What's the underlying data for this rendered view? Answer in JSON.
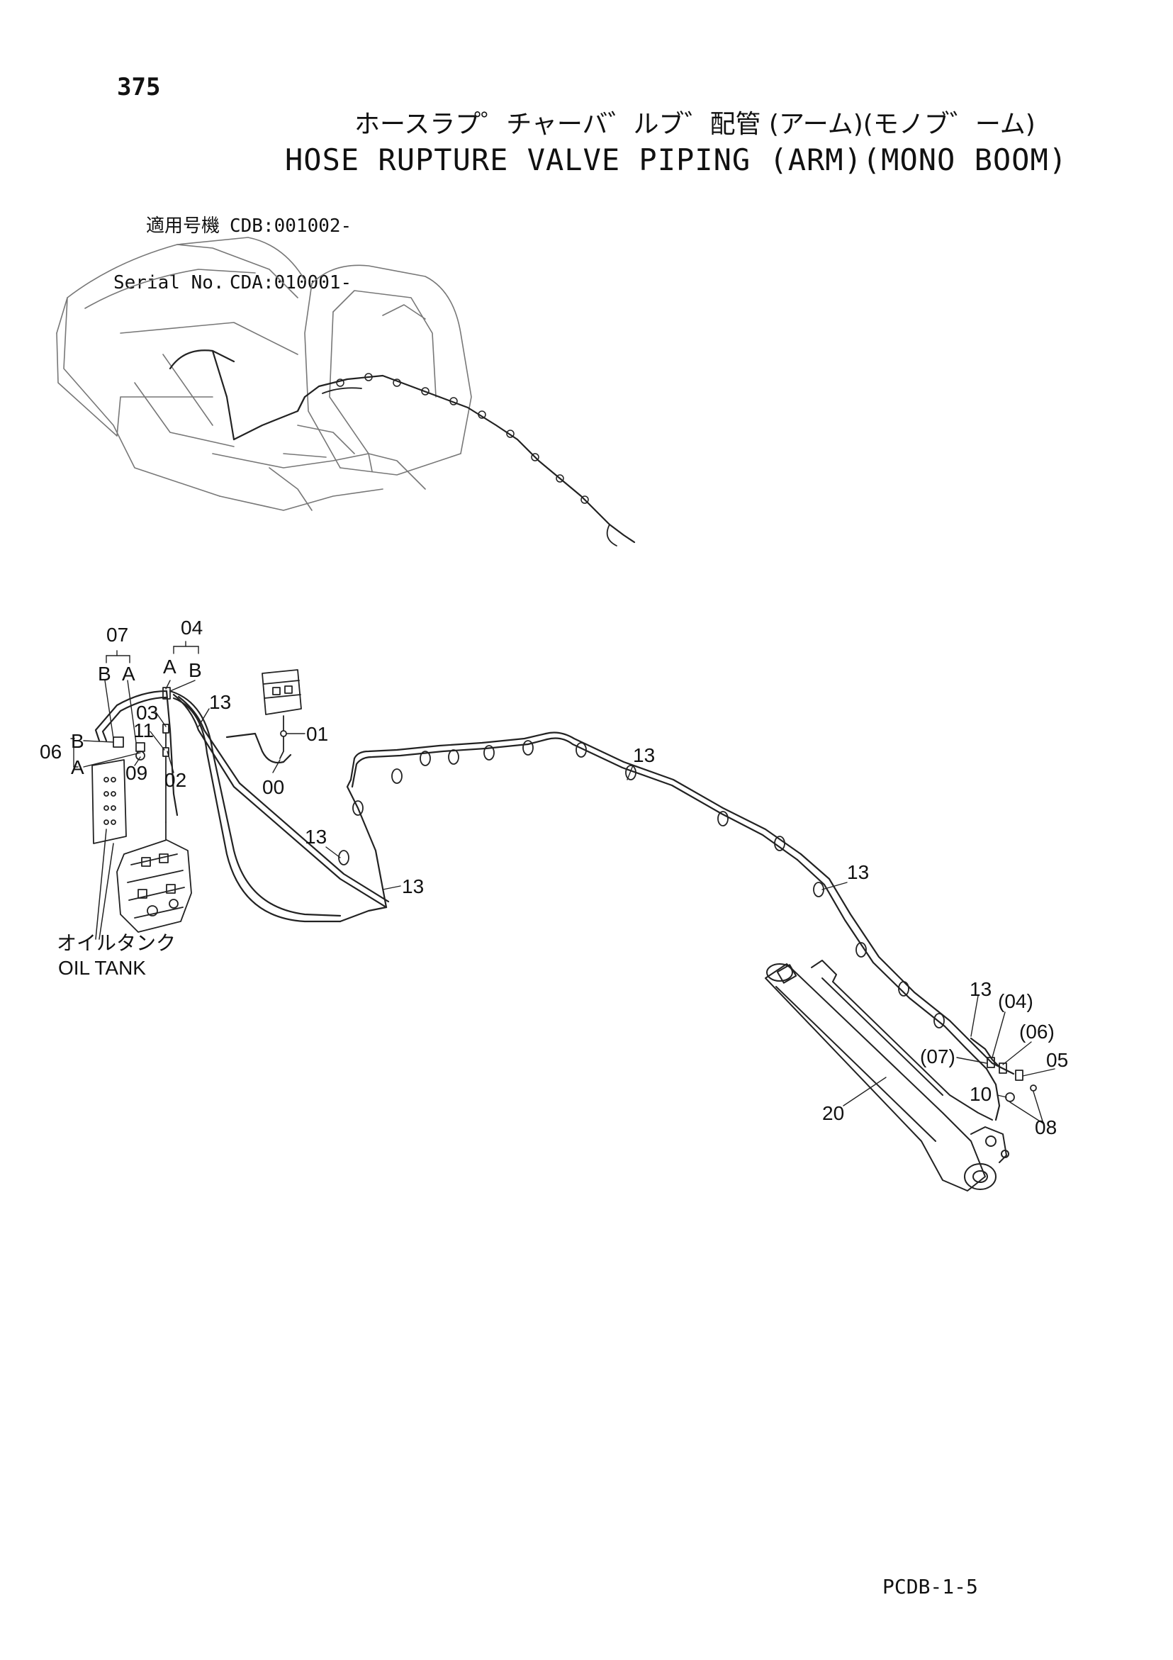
{
  "header": {
    "page_number": "375",
    "title_jp": "ホースラプ゜チャーバ゛ルブ゛配管 (アーム)(モノブ゛ーム)",
    "title_en": "HOSE RUPTURE VALVE PIPING (ARM)(MONO BOOM)"
  },
  "applicability": {
    "label_jp": "適用号機",
    "value_jp": "CDB:001002-",
    "label_en": "Serial No.",
    "value_en": "CDA:010001-"
  },
  "callouts": {
    "c00": "00",
    "c01": "01",
    "c02": "02",
    "c03": "03",
    "c04": "04",
    "c06": "06",
    "c07": "07",
    "c09": "09",
    "c11": "11",
    "c13_a": "13",
    "c13_b": "13",
    "c13_c": "13",
    "c13_d": "13",
    "c13_e": "13",
    "c13_f": "13",
    "p04": "(04)",
    "p06": "(06)",
    "p07": "(07)",
    "c05": "05",
    "c08": "08",
    "c10": "10",
    "c20": "20"
  },
  "port_labels": {
    "b_07": "B",
    "a_07": "A",
    "a_04": "A",
    "b_04": "B",
    "b_06": "B",
    "a_06": "A"
  },
  "oil_tank": {
    "label_jp": "オイルタンク",
    "label_en": "OIL TANK"
  },
  "footer": {
    "page_code": "PCDB-1-5"
  }
}
